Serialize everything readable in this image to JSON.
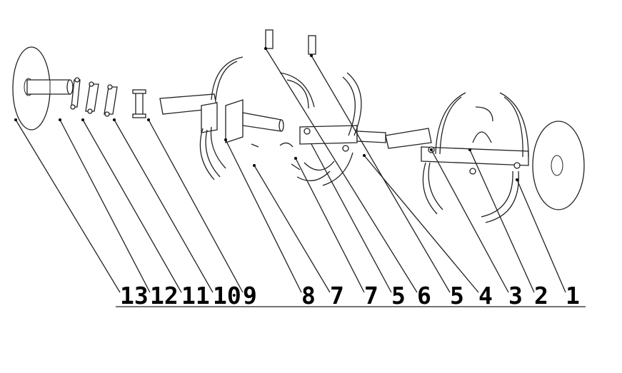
{
  "diagram": {
    "labels": [
      "13",
      "12",
      "11",
      "10",
      "9",
      "8",
      "7",
      "7",
      "5",
      "6",
      "5",
      "4",
      "3",
      "2",
      "1"
    ]
  }
}
